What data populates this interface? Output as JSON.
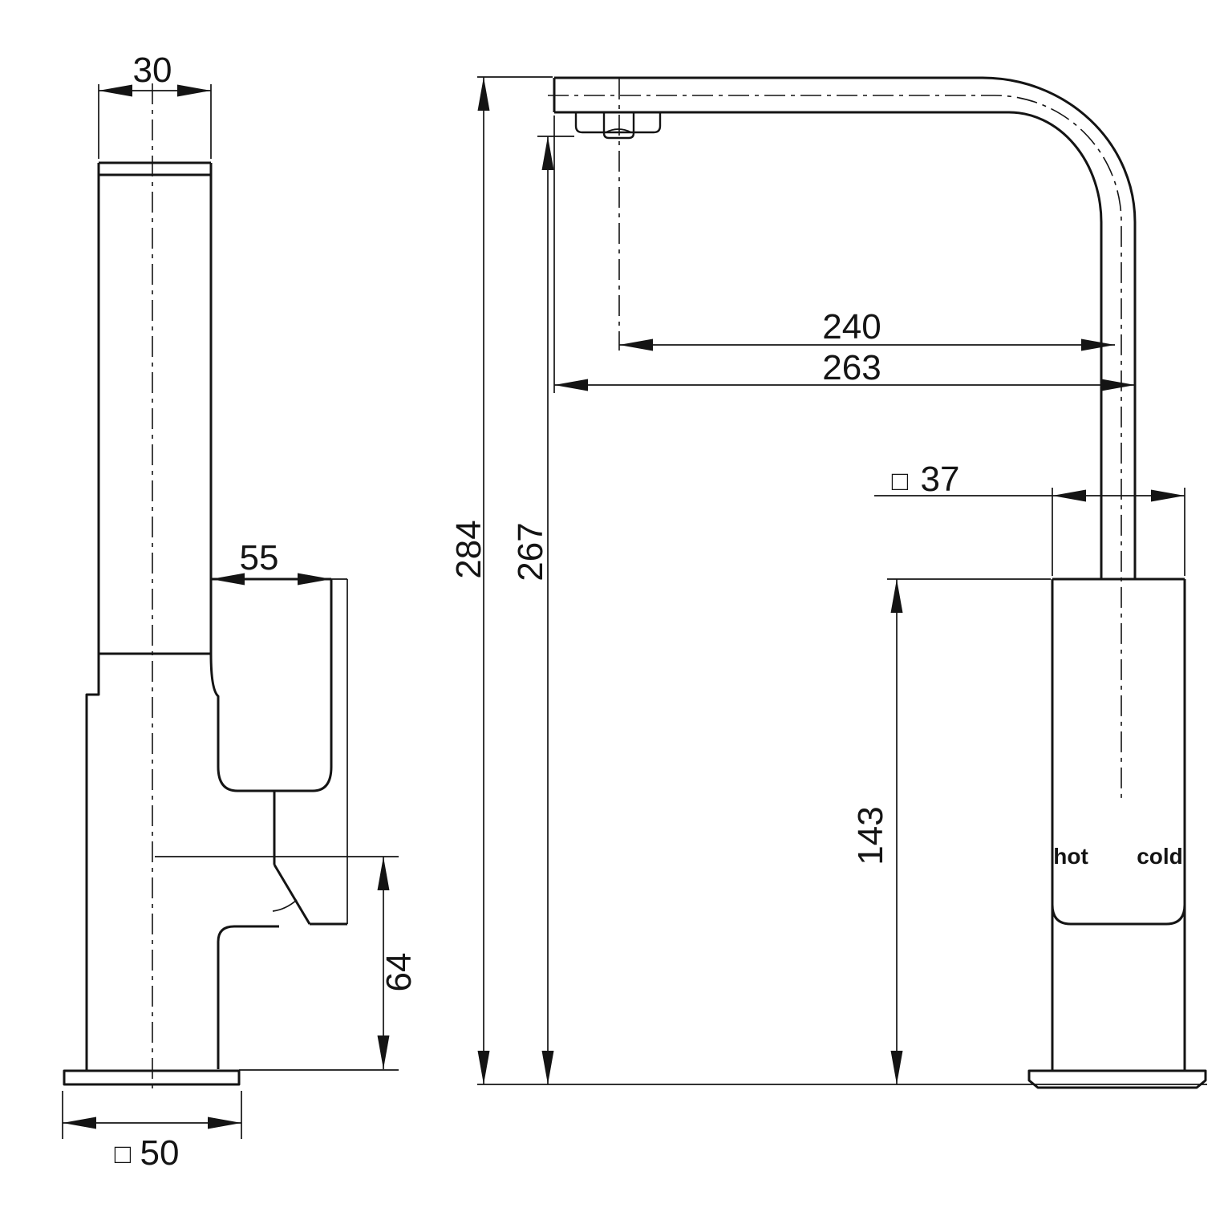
{
  "drawing": {
    "background_color": "#ffffff",
    "line_color": "#141414",
    "side_view": {
      "dim_spout_width": "30",
      "dim_handle_depth": "55",
      "dim_handle_pivot_height": "64",
      "base_section_symbol": "□",
      "dim_base_width": "50"
    },
    "front_view": {
      "dim_overall_height": "284",
      "dim_outlet_height": "267",
      "dim_spout_reach": "240",
      "dim_overall_reach": "263",
      "body_section_symbol": "□",
      "dim_body_width": "37",
      "dim_body_height": "143",
      "label_hot": "hot",
      "label_cold": "cold"
    }
  }
}
